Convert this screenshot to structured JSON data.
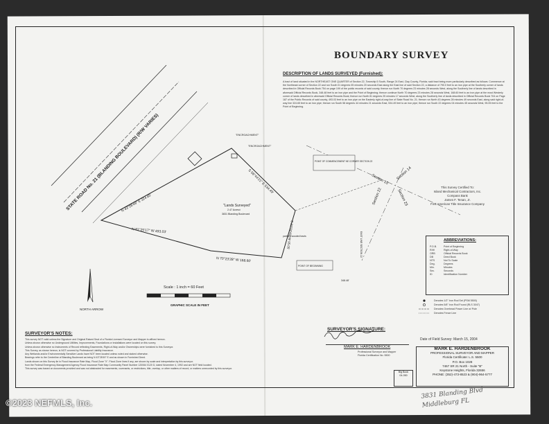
{
  "watermark": "©2023 NEFMLS, Inc.",
  "title": "BOUNDARY SURVEY",
  "description": {
    "heading": "DESCRIPTION OF LANDS SURVEYED (Furnished):",
    "text": "A tract of land situated in the NORTHEAST ONE QUARTER of Section 22, Township 5 South, Range 24 East, Clay County, Florida; said tract being more particularly described as follows: Commence at the Northeast corner of Section 22 and run South 01 degrees 05 minutes 20 seconds East along the East line of said Section 22, a distance of 790.0 feet to an iron pipe at the Southerly corner of lands described in Official Records Book 754 on page 199 of the public records of said county; thence run North 70 degrees 23 minutes 28 seconds West, along the Southerly line of lands described in aforesaid Official Records Book, 348.48 feet to an iron pipe and the Point of Beginning; thence continue North 70 degrees 23 minutes 28 seconds West, 168.60 feet to an iron pipe at the most Westerly corner of lands described in aforesaid Official Records Book; thence run North 81 degrees 25 minutes 17 seconds West, along the Southerly line of lands described in Official Records Book 704 on Page 187 of the Public Records of said county, 493.03 feet to an iron pipe on the Easterly right-of-way line of State Road No. 21; thence run North 43 degrees 28 minutes 49 seconds East, along said right-of-way line 324.65 feet to an iron pipe; thence run South 58 degrees 44 minutes 21 seconds East, 534.49 feet to an iron pipe; thence run South 22 degrees 04 minutes 45 seconds West, 95.05 feet to the Point of Beginning."
  },
  "certified": {
    "heading": "This Survey Certified To:",
    "names": [
      "Island Mechanical Contractors, Inc.",
      "Compass Bank",
      "James F. Tenan, Jr.",
      "First American Title Insurance Company"
    ]
  },
  "abbreviations": {
    "heading": "ABBREVIATIONS:",
    "items": [
      {
        "code": "P.O.B.",
        "meaning": "Point of Beginning"
      },
      {
        "code": "R/W",
        "meaning": "Right-of-Way"
      },
      {
        "code": "ORB",
        "meaning": "Official Records Book"
      },
      {
        "code": "DB",
        "meaning": "Deed Book"
      },
      {
        "code": "NTS",
        "meaning": "Not To Scale"
      },
      {
        "code": "Deg.",
        "meaning": "Degrees"
      },
      {
        "code": "Min.",
        "meaning": "Minutes"
      },
      {
        "code": "Sec.",
        "meaning": "Seconds"
      },
      {
        "code": "ID",
        "meaning": "Identification Number"
      }
    ]
  },
  "legend": [
    "Denotes 1/2\" Iron Rod Set (PSM 5500)",
    "Denotes 5/8\" Iron Rod Found (RLS 3047)",
    "Denotes Overhead Power Line w/ Pole",
    "Denotes Fence Line"
  ],
  "plan": {
    "road": "STATE ROAD No. 21 (BLANDING BOULEVARD) (R/W VARIES)",
    "lands": "\"Lands Surveyed\"",
    "lands_sub": "2.47 Acres±",
    "lands_addr": "3831 Blanding Boulevard",
    "line_n": "S 58°44'21\" E  534.49'",
    "line_w": "N 43°28'49\" E  324.65'",
    "line_s": "N 81°25'17\" W  493.03'",
    "line_se": "N 70°23'28\" W  168.60'",
    "line_e": "S 22°04'45\" W  95.05'",
    "poc": "POINT OF COMMENCEMENT NE CORNER SECTION 22",
    "pob": "POINT OF BEGINNING",
    "dist_348": "348.48'",
    "wooded": "partially wooded tracts",
    "encroach1": "\"ENCROACHMENT\"",
    "encroach2": "\"ENCROACHMENT\"",
    "sec15": "Section 15",
    "sec14": "Section 14",
    "sec22": "Section 22",
    "sec23": "Section 23",
    "sec_line": "EAST LINE SECTION 22"
  },
  "scale": {
    "text": "Scale : 1 inch = 60 Feet",
    "graphic": "GRAPHIC SCALE IN FEET",
    "north": "NORTH ARROW"
  },
  "notes": {
    "heading": "SURVEYOR'S NOTES:",
    "lines": [
      "This survey NOT valid unless the Signature and Original Raised Seal of a Florida Licensed Surveyor and Mapper is affixed hereon.",
      "Unless shown otherwise no Underground Utilities, Improvements, Foundations or installations were located on this survey.",
      "Unless shown otherwise no Instruments of Record reflecting Easements, Right-of-Way and/or Ownerships were furnished to this Surveyor.",
      "This Survey, as shown hereon, is NOT covered by Professional Liability Insurance.",
      "Any Wetlands and/or Environmentally Sensitive Lands have NOT been located unless noted and staked otherwise.",
      "Bearings refer to the Centerline of Blanding Boulevard as being N 43°28'49\" E and as shown in Furnished Deed.",
      "Lands shown on this Survey lie in Flood Insurance Rate Map, Flood Zone \"X\". Flood Zone lines if any, are shown by scale and interpretation by this surveyor.",
      "from the Federal Emergency Management Agency Flood Insurance Rate Map Community Panel Number 120064 0120 D, dated November 4, 1992 and are NOT field located.",
      "This survey was based on documents provided and was not abstracted for easements, covenants, or restrictions, title, overlap, or other matters of record, or matters unrecorded by this surveyor."
    ]
  },
  "signature": {
    "heading": "SURVEYOR'S SIGNATURE:",
    "name": "MARK E. HARDENBROOK",
    "sub1": "Professional Surveyor and Mapper",
    "sub2": "Florida Certification No. 5500"
  },
  "field_survey": "Date of Field Survey:      March 15, 2004",
  "titleblock": {
    "name": "MARK E. HARDENBROOK",
    "line1": "PROFESSIONAL SURVEYOR AND MAPPER",
    "line2": "Florida Certificate: L.S. 5500",
    "line3": "P.O. Box 1028",
    "line4": "7467 SR 21 North - Suite \"B\"",
    "line5": "Keystone Heights, Florida  32656",
    "line6": "PHONE: (352)-473-8523  &  (904)-964-5777"
  },
  "stamp": {
    "l1": "Big Book",
    "l2": "04-050"
  },
  "handwriting": {
    "l1": "3831 Blanding Blvd",
    "l2": "Middleburg FL"
  }
}
